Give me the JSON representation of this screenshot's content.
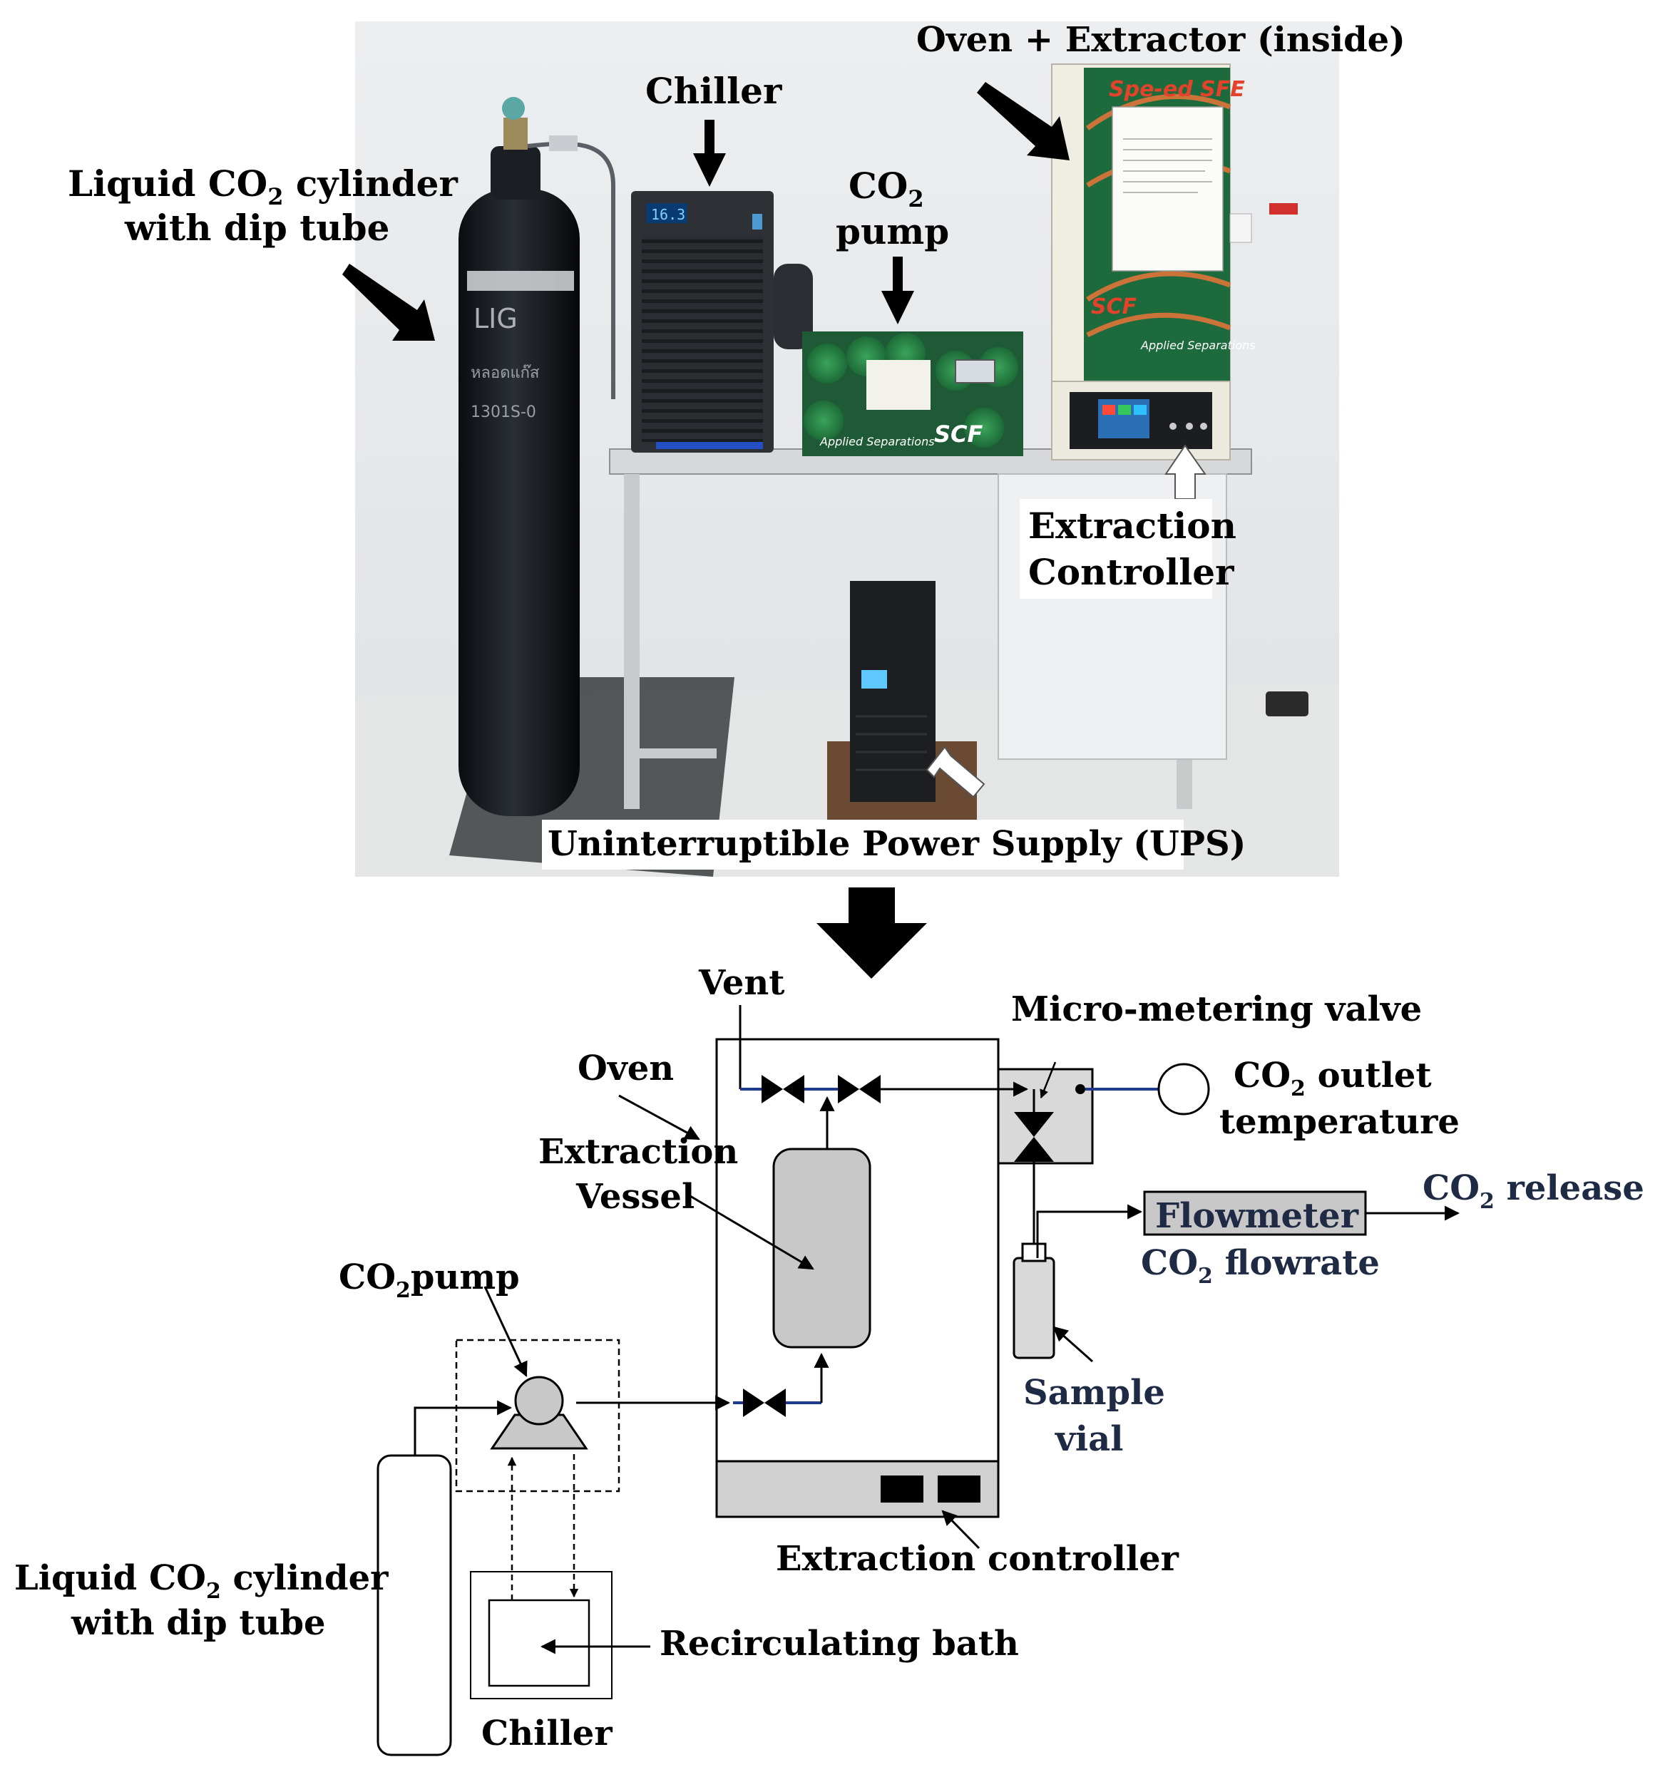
{
  "photo": {
    "labels": {
      "cylinder_line1": "Liquid CO",
      "cylinder_sub": "2",
      "cylinder_line1_tail": " cylinder",
      "cylinder_line2": "with dip tube",
      "chiller": "Chiller",
      "pump_line1": "CO",
      "pump_sub": "2",
      "pump_line2": "pump",
      "oven": "Oven + Extractor (inside)",
      "controller_line1": "Extraction",
      "controller_line2": "Controller",
      "ups": "Uninterruptible Power Supply (UPS)"
    },
    "device_text": {
      "chiller_display": "16.3",
      "pump_brand": "SCF",
      "pump_maker": "Applied Separations",
      "oven_brand": "Spe-ed SFE",
      "oven_brand2": "SCF",
      "oven_maker": "Applied Separations"
    }
  },
  "schematic": {
    "labels": {
      "vent": "Vent",
      "micro_valve": "Micro-metering valve",
      "oven": "Oven",
      "co2_outlet_line1_pre": "CO",
      "co2_outlet_sub": "2",
      "co2_outlet_line1_post": " outlet",
      "co2_outlet_line2": "temperature",
      "vessel_line1": "Extraction",
      "vessel_line2": "Vessel",
      "flowmeter": "Flowmeter",
      "co2_release_pre": "CO",
      "co2_release_sub": "2",
      "co2_release_post": " release",
      "co2_flowrate_pre": "CO",
      "co2_flowrate_sub": "2",
      "co2_flowrate_post": " flowrate",
      "co2_pump_pre": "CO",
      "co2_pump_sub": "2",
      "co2_pump_post": "pump",
      "sample_line1": "Sample",
      "sample_line2": "vial",
      "controller": "Extraction controller",
      "cylinder_line1_pre": "Liquid CO",
      "cylinder_sub": "2",
      "cylinder_line1_post": " cylinder",
      "cylinder_line2": "with dip tube",
      "bath": "Recirculating bath",
      "chiller": "Chiller"
    }
  },
  "colors": {
    "pipe_blue": "#1f3b8c",
    "component_gray": "#c8c8c8",
    "panel_gray": "#d9d9d9",
    "label_navy": "#1f2a44"
  }
}
